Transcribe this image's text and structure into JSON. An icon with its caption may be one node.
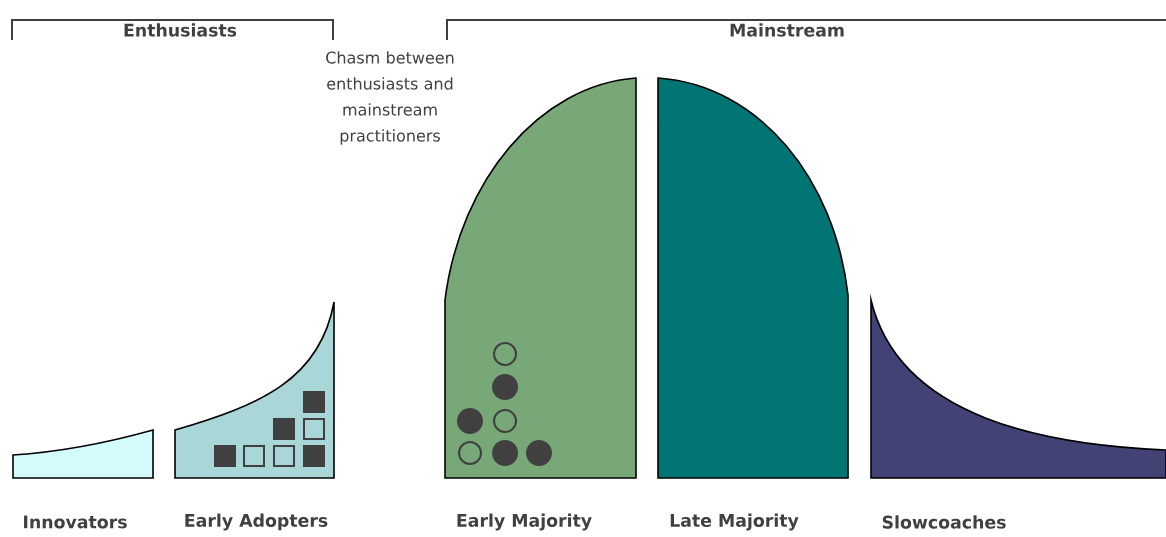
{
  "diagram": {
    "nodes": [
      {
        "text": [
          "Innovators"
        ]
      },
      {
        "text": [
          "Early Adopters"
        ]
      },
      {
        "text": [
          "Early Majority"
        ]
      },
      {
        "text": [
          "Late Majority"
        ]
      },
      {
        "text": [
          "Slowcoaches"
        ]
      }
    ],
    "labels": [
      "Enthusiasts",
      "Chasm between enthusiasts and mainstream practitioners",
      "Mainstream"
    ]
  }
}
